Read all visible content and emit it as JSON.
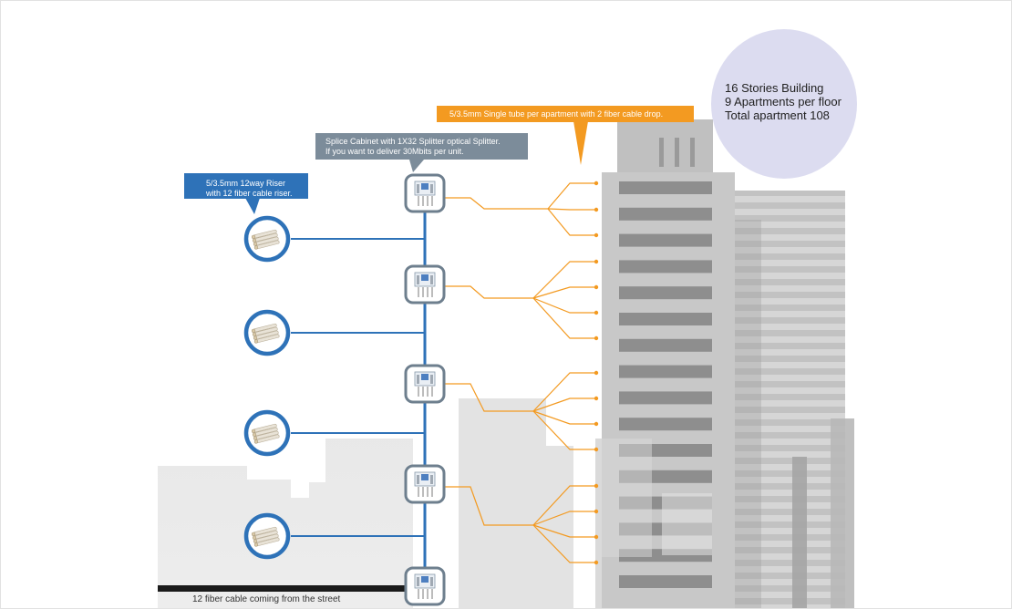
{
  "info": {
    "line1": "16 Stories Building",
    "line2": "9 Apartments per floor",
    "line3": "Total apartment 108"
  },
  "callouts": {
    "riser": {
      "line1": "5/3.5mm 12way Riser",
      "line2": "with 12 fiber cable riser."
    },
    "cabinet": {
      "line1": "Splice Cabinet with 1X32 Splitter optical Splitter.",
      "line2": "If you want to deliver 30Mbits per unit."
    },
    "drop": {
      "line1": "5/3.5mm Single tube per apartment with 2 fiber cable drop."
    }
  },
  "street": {
    "label": "12 fiber cable coming from the street"
  },
  "colors": {
    "blue": "#2e72b8",
    "orange": "#f39a21",
    "riser_callout": "#2e72b8",
    "cabinet_callout": "#7c8c9a",
    "drop_callout": "#f39a21",
    "info_circle": "#dcdcf0",
    "building_front": "#c9c9c9",
    "building_back": "#b5b5b5"
  },
  "icons": {
    "riser": "fiber-bundle-icon",
    "cabinet": "splice-cabinet-icon"
  }
}
